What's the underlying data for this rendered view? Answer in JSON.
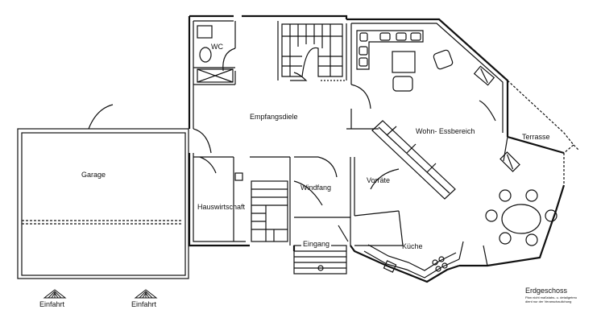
{
  "rooms": {
    "wc": "WC",
    "empfangsdiele": "Empfangsdiele",
    "wohn_essbereich": "Wohn- Essbereich",
    "terrasse": "Terrasse",
    "garage": "Garage",
    "hauswirtschaft": "Hauswirtschaft",
    "windfang": "Windfang",
    "vorraete": "Vorräte",
    "kueche": "Küche",
    "eingang": "Eingang"
  },
  "driveway": [
    "Einfahrt",
    "Einfahrt"
  ],
  "legend": {
    "title": "Erdgeschoss",
    "subtitle_line1": "Plan nicht maßstabs- u. detailgetreu",
    "subtitle_line2": "dient nur der Veranschaulichung"
  }
}
